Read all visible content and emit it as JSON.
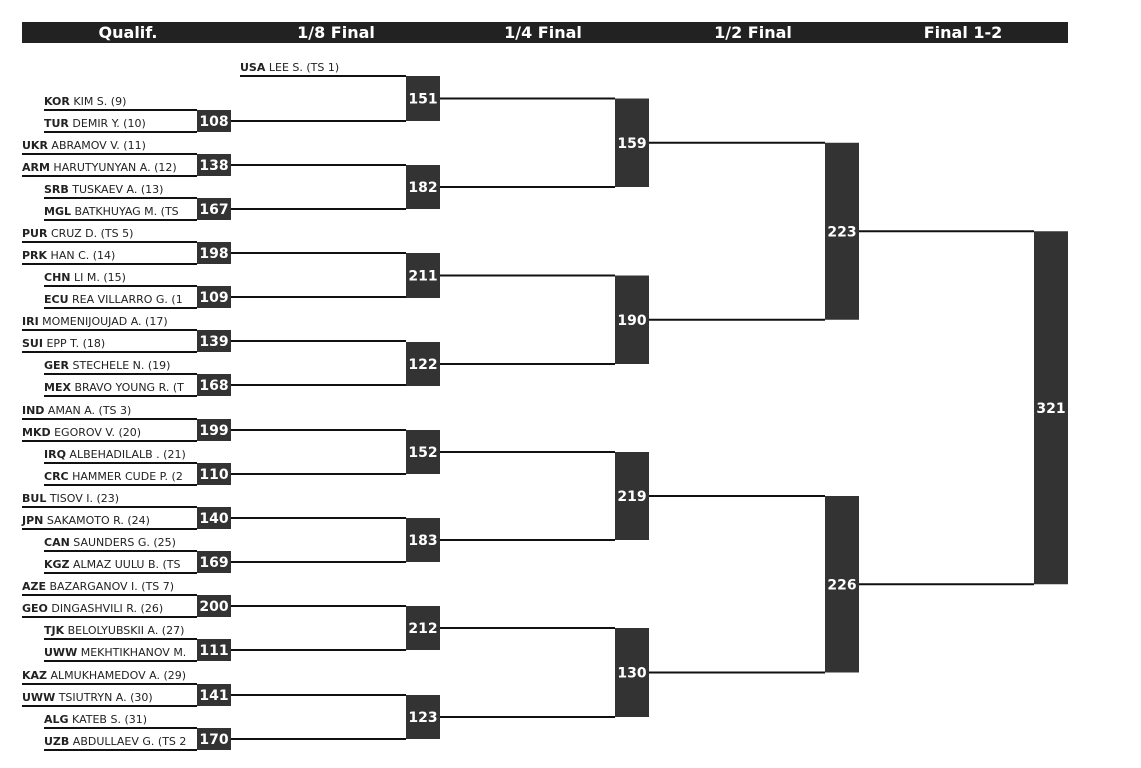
{
  "header": {
    "columns": [
      "Qualif.",
      "1/8 Final",
      "1/4 Final",
      "1/2 Final",
      "Final 1-2"
    ]
  },
  "top_entry": {
    "code": "USA",
    "name": "LEE S. (TS 1)"
  },
  "blocks": [
    {
      "entries": [
        {
          "code": "KOR",
          "name": "KIM S. (9)"
        },
        {
          "code": "TUR",
          "name": "DEMIR Y. (10)"
        }
      ],
      "bout": "108"
    },
    {
      "entries": [
        {
          "code": "UKR",
          "name": "ABRAMOV V. (11)"
        },
        {
          "code": "ARM",
          "name": "HARUTYUNYAN A. (12)"
        },
        {
          "code": "SRB",
          "name": "TUSKAEV A. (13)"
        },
        {
          "code": "MGL",
          "name": "BATKHUYAG M. (TS"
        }
      ],
      "bouts": [
        "138",
        "167"
      ]
    },
    {
      "entries": [
        {
          "code": "PUR",
          "name": "CRUZ D. (TS 5)"
        },
        {
          "code": "PRK",
          "name": "HAN C. (14)"
        },
        {
          "code": "CHN",
          "name": "LI M. (15)"
        },
        {
          "code": "ECU",
          "name": "REA VILLARRO G. (1"
        }
      ],
      "bouts": [
        "198",
        "109"
      ]
    },
    {
      "entries": [
        {
          "code": "IRI",
          "name": "MOMENIJOUJAD A. (17)"
        },
        {
          "code": "SUI",
          "name": "EPP T. (18)"
        },
        {
          "code": "GER",
          "name": "STECHELE N. (19)"
        },
        {
          "code": "MEX",
          "name": "BRAVO YOUNG R. (T"
        }
      ],
      "bouts": [
        "139",
        "168"
      ]
    },
    {
      "entries": [
        {
          "code": "IND",
          "name": "AMAN A. (TS 3)"
        },
        {
          "code": "MKD",
          "name": "EGOROV V. (20)"
        },
        {
          "code": "IRQ",
          "name": "ALBEHADILALB . (21)"
        },
        {
          "code": "CRC",
          "name": "HAMMER CUDE P. (2"
        }
      ],
      "bouts": [
        "199",
        "110"
      ]
    },
    {
      "entries": [
        {
          "code": "BUL",
          "name": "TISOV I. (23)"
        },
        {
          "code": "JPN",
          "name": "SAKAMOTO R. (24)"
        },
        {
          "code": "CAN",
          "name": "SAUNDERS G. (25)"
        },
        {
          "code": "KGZ",
          "name": "ALMAZ UULU B. (TS"
        }
      ],
      "bouts": [
        "140",
        "169"
      ]
    },
    {
      "entries": [
        {
          "code": "AZE",
          "name": "BAZARGANOV I. (TS 7)"
        },
        {
          "code": "GEO",
          "name": "DINGASHVILI R. (26)"
        },
        {
          "code": "TJK",
          "name": "BELOLYUBSKII A. (27)"
        },
        {
          "code": "UWW",
          "name": "MEKHTIKHANOV M."
        }
      ],
      "bouts": [
        "200",
        "111"
      ]
    },
    {
      "entries": [
        {
          "code": "KAZ",
          "name": "ALMUKHAMEDOV A. (29)"
        },
        {
          "code": "UWW",
          "name": "TSIUTRYN A. (30)"
        },
        {
          "code": "ALG",
          "name": "KATEB S. (31)"
        },
        {
          "code": "UZB",
          "name": "ABDULLAEV G. (TS 2"
        }
      ],
      "bouts": [
        "141",
        "170"
      ]
    }
  ],
  "round_of_16": [
    "151",
    "182",
    "211",
    "122",
    "152",
    "183",
    "212",
    "123"
  ],
  "quarterfinals": [
    "159",
    "190",
    "219",
    "130"
  ],
  "semifinals": [
    "223",
    "226"
  ],
  "final": "321"
}
